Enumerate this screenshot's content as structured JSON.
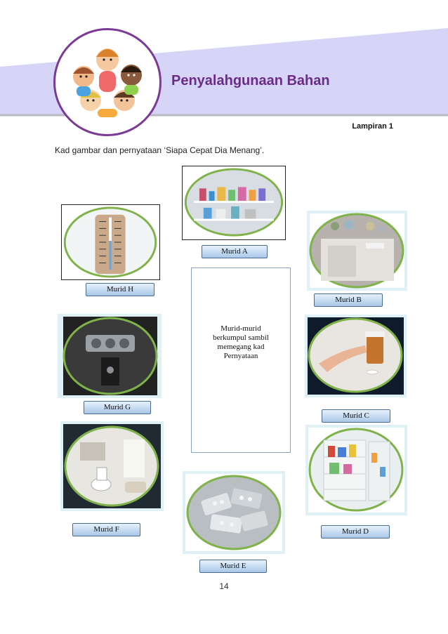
{
  "header": {
    "title": "Penyalahgunaan Bahan",
    "lampiran": "Lampiran 1",
    "intro": "Kad gambar dan pernyataan ‘Siapa Cepat Dia Menang’."
  },
  "cards": [
    {
      "label": "Murid A"
    },
    {
      "label": "Murid B"
    },
    {
      "label": "Murid C"
    },
    {
      "label": "Murid D"
    },
    {
      "label": "Murid E"
    },
    {
      "label": "Murid F"
    },
    {
      "label": "Murid G"
    },
    {
      "label": "Murid H"
    }
  ],
  "center": {
    "lines": [
      "Murid-murid",
      "berkumpul sambil",
      "memegang kad",
      "Pernyataan"
    ]
  },
  "footer": {
    "page_number": "14"
  },
  "colors": {
    "accent_purple": "#6a2c86",
    "banner_lavender": "#d7d5f7",
    "oval_border": "#7fb34a",
    "label_blue": "#a9c7e8"
  }
}
